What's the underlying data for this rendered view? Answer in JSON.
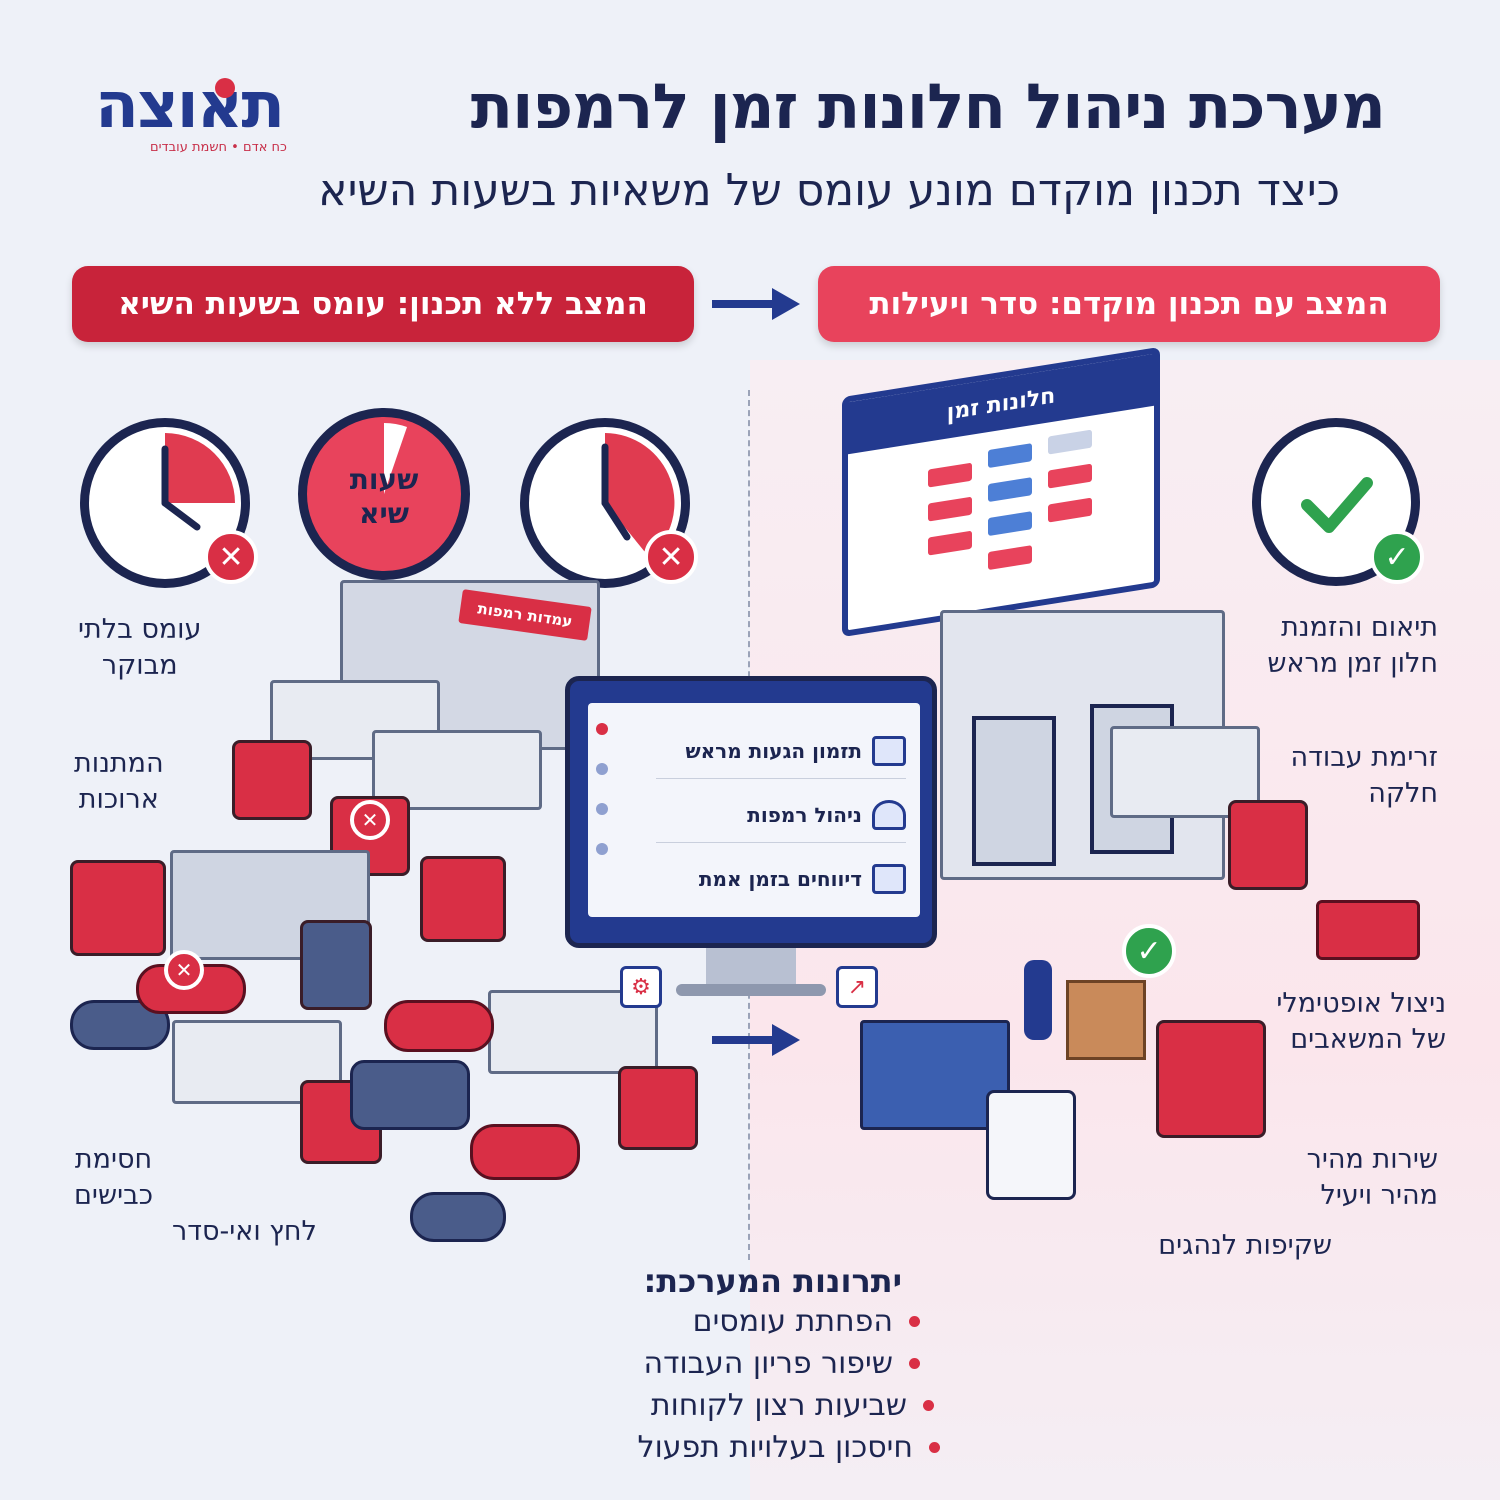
{
  "header": {
    "title": "מערכת ניהול חלונות זמן לרמפות",
    "logo": "תאוצה",
    "logo_tagline": "כח אדם • חשמת עובדים",
    "subtitle": "כיצד תכנון מוקדם מונע עומס של משאיות בשעות השיא"
  },
  "banners": {
    "left": "המצב ללא תכנון: עומס בשעות השיא",
    "right": "המצב עם תכנון מוקדם: סדר ויעילות"
  },
  "left_side": {
    "clock_center_label_line1": "שעות",
    "clock_center_label_line2": "שיא",
    "dock_sign": "עמדות רמפות",
    "labels": {
      "uncontrolled_line1": "עומס בלתי",
      "uncontrolled_line2": "מבוקר",
      "waits_line1": "המתנות",
      "waits_line2": "ארוכות",
      "road_block_line1": "חסימת",
      "road_block_line2": "כבישים",
      "stress": "לחץ ואי-סדר"
    }
  },
  "right_side": {
    "board_title": "חלונות זמן",
    "labels": {
      "coordination_line1": "תיאום והזמנת",
      "coordination_line2": "חלון זמן מראש",
      "smooth_line1": "זרימת עבודה",
      "smooth_line2": "חלקה",
      "optimal_line1": "ניצול אופטימלי",
      "optimal_line2": "של המשאבים",
      "fast_line1": "שירות מהיר",
      "fast_line2": "מהיר ויעיל",
      "transparency": "שקיפות לנהגים"
    }
  },
  "monitor": {
    "menu": [
      {
        "label": "תזמון הגעות מראש",
        "icon": "calendar-icon"
      },
      {
        "label": "ניהול רמפות",
        "icon": "bell-icon"
      },
      {
        "label": "דיווחים בזמן אמת",
        "icon": "bar-chart-icon"
      }
    ]
  },
  "advantages": {
    "title": "יתרונות המערכת:",
    "items": [
      "הפחתת עומסים",
      "שיפור פריון העבודה",
      "שביעות רצון לקוחות",
      "חיסכון בעלויות תפעול"
    ]
  },
  "colors": {
    "navy": "#1c2550",
    "brand_blue": "#233a8f",
    "red": "#c8233a",
    "pink": "#e8435c",
    "green": "#2fa24e"
  }
}
